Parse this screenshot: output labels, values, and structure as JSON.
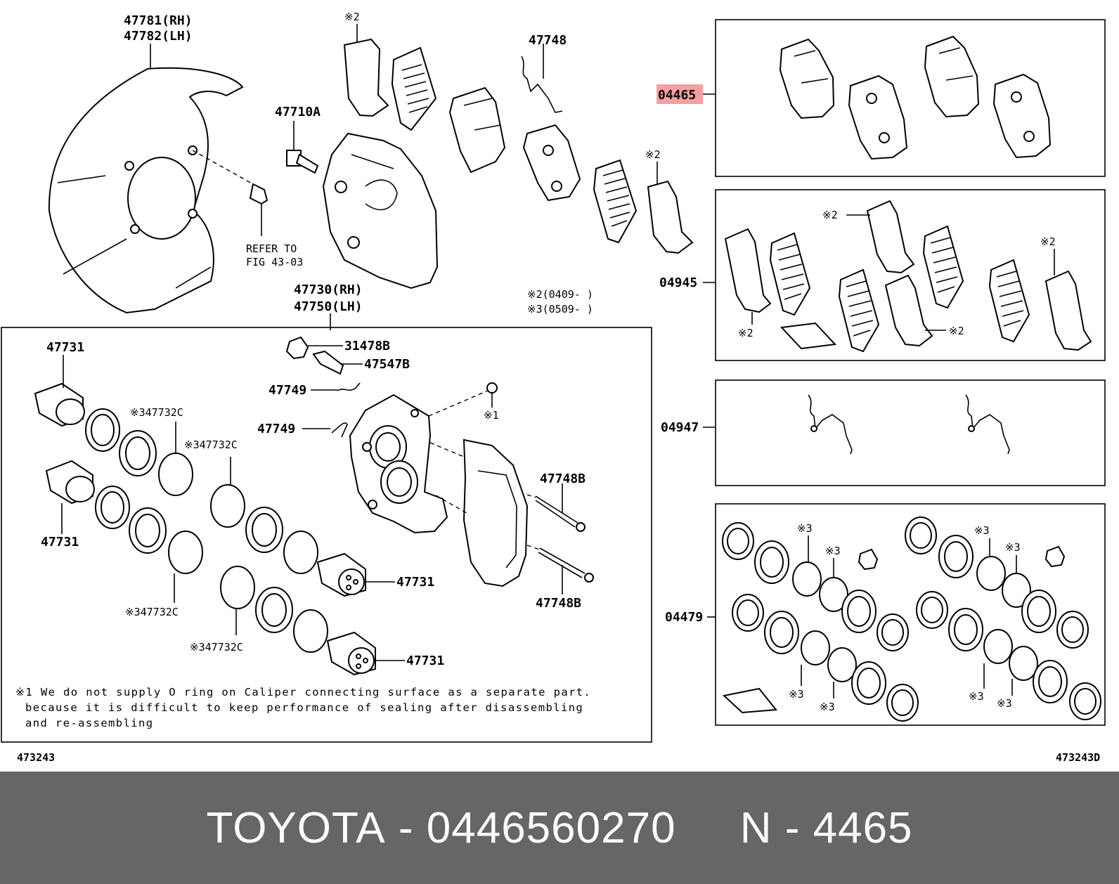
{
  "labels": {
    "disc_rh": "47781(RH)",
    "disc_lh": "47782(LH)",
    "bolt_a": "47710A",
    "refer_line1": "REFER TO",
    "refer_line2": "FIG 43-03",
    "clip_top": "47748",
    "note2_top": "※2",
    "note2_mid": "※2",
    "caliper_rh": "47730(RH)",
    "caliper_lh": "47750(LH)",
    "date_note2": "※2(0409-     )",
    "date_note3": "※3(0509-     )",
    "p47731_a": "47731",
    "p47731_b": "47731",
    "p47731_c": "47731",
    "p47731_d": "47731",
    "p47732c_a": "※347732C",
    "p47732c_b": "※347732C",
    "p47732c_c": "※347732C",
    "p47732c_d": "※347732C",
    "p31478b": "31478B",
    "p47547b": "47547B",
    "p47749_a": "47749",
    "p47749_b": "47749",
    "note1_mark": "※1",
    "p47748b_a": "47748B",
    "p47748b_b": "47748B",
    "kit_04465": "04465",
    "kit_04945": "04945",
    "kit_04947": "04947",
    "kit_04479": "04479",
    "kit2_a": "※2",
    "kit2_b": "※2",
    "kit2_c": "※2",
    "kit2_d": "※2",
    "kit3_a": "※3",
    "kit3_b": "※3",
    "kit3_c": "※3",
    "kit3_d": "※3",
    "kit3_e": "※3",
    "kit3_f": "※3",
    "kit3_g": "※3",
    "kit3_h": "※3",
    "code_left": "473243",
    "code_right": "473243D"
  },
  "footnote": {
    "line1": "※1 We do not supply O ring on Caliper connecting surface as a separate part.",
    "line2": "because it is difficult to keep performance of sealing after disassembling",
    "line3": "and re-assembling"
  },
  "footer": {
    "brand": "TOYOTA",
    "sep1": " - ",
    "part_number": "0446560270",
    "gap": "     ",
    "ref_prefix": "N",
    "sep2": " - ",
    "ref_number": "4465"
  },
  "colors": {
    "highlight": "#f4a0a0",
    "footer_bg": "#666666",
    "footer_text": "#ffffff"
  }
}
